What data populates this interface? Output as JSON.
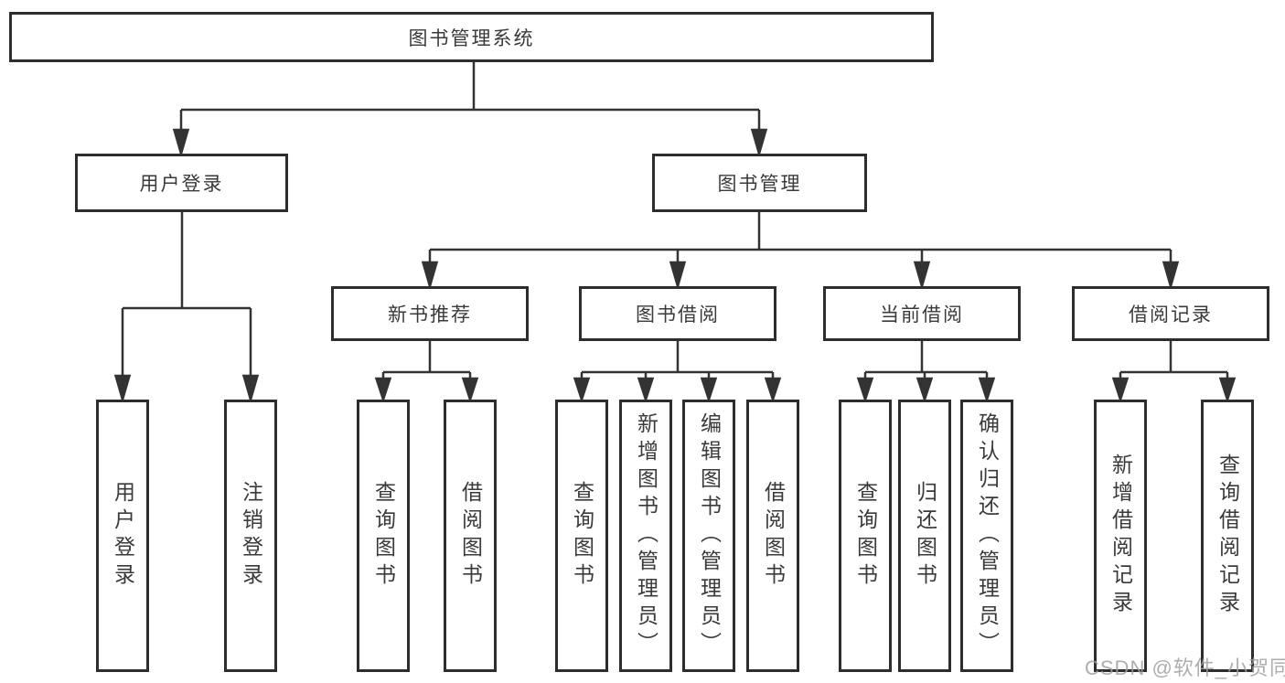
{
  "diagram": {
    "root": "图书管理系统",
    "branches": [
      {
        "label": "用户登录",
        "children": [
          "用户登录",
          "注销登录"
        ]
      },
      {
        "label": "图书管理",
        "sub_branches": [
          {
            "label": "新书推荐",
            "children": [
              "查询图书",
              "借阅图书"
            ]
          },
          {
            "label": "图书借阅",
            "children": [
              "查询图书",
              "新增图书（管理员）",
              "编辑图书（管理员）",
              "借阅图书"
            ]
          },
          {
            "label": "当前借阅",
            "children": [
              "查询图书",
              "归还图书",
              "确认归还（管理员）"
            ]
          },
          {
            "label": "借阅记录",
            "children": [
              "新增借阅记录",
              "查询借阅记录"
            ]
          }
        ]
      }
    ]
  },
  "watermark": "CSDN @软件_小贺同学",
  "colors": {
    "line": "#333333",
    "box_border": "#2d2d2d",
    "text": "#3a3a3a",
    "watermark": "#a0a0a0",
    "background": "#ffffff"
  }
}
